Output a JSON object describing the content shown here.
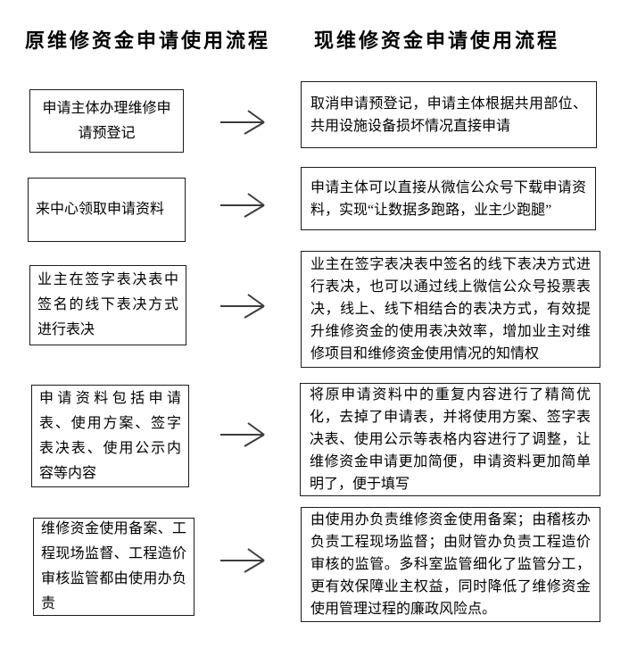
{
  "headers": {
    "old": "原维修资金申请使用流程",
    "new": "现维修资金申请使用流程"
  },
  "rows": [
    {
      "old": "申请主体办理维修申请预登记",
      "new": "取消申请预登记，申请主体根据共用部位、共用设施设备损坏情况直接申请"
    },
    {
      "old": "来中心领取申请资料",
      "new": "申请主体可以直接从微信公众号下载申请资料，实现“让数据多跑路，业主少跑腿”"
    },
    {
      "old": "业主在签字表决表中签名的线下表决方式进行表决",
      "new": "业主在签字表决表中签名的线下表决方式进行表决，也可以通过线上微信公众号投票表决，线上、线下相结合的表决方式，有效提升维修资金的使用表决效率，增加业主对维修项目和维修资金使用情况的知情权"
    },
    {
      "old": "申请资料包括申请表、使用方案、签字表决表、使用公示内容等内容",
      "new": "将原申请资料中的重复内容进行了精简优化，去掉了申请表，并将使用方案、签字表决表、使用公示等表格内容进行了调整，让维修资金申请更加简便，申请资料更加简单明了，便于填写"
    },
    {
      "old": "维修资金使用备案、工程现场监督、工程造价审核监管都由使用办负责",
      "new": "由使用办负责维修资金使用备案；由稽核办负责工程现场监督；由财管办负责工程造价审核的监管。多科室监管细化了监管分工，更有效保障业主权益，同时降低了维修资金使用管理过程的廉政风险点。"
    }
  ],
  "colors": {
    "background": "#ffffff",
    "text": "#000000",
    "border": "#1c1c1c",
    "arrow": "#3c3c3c"
  }
}
